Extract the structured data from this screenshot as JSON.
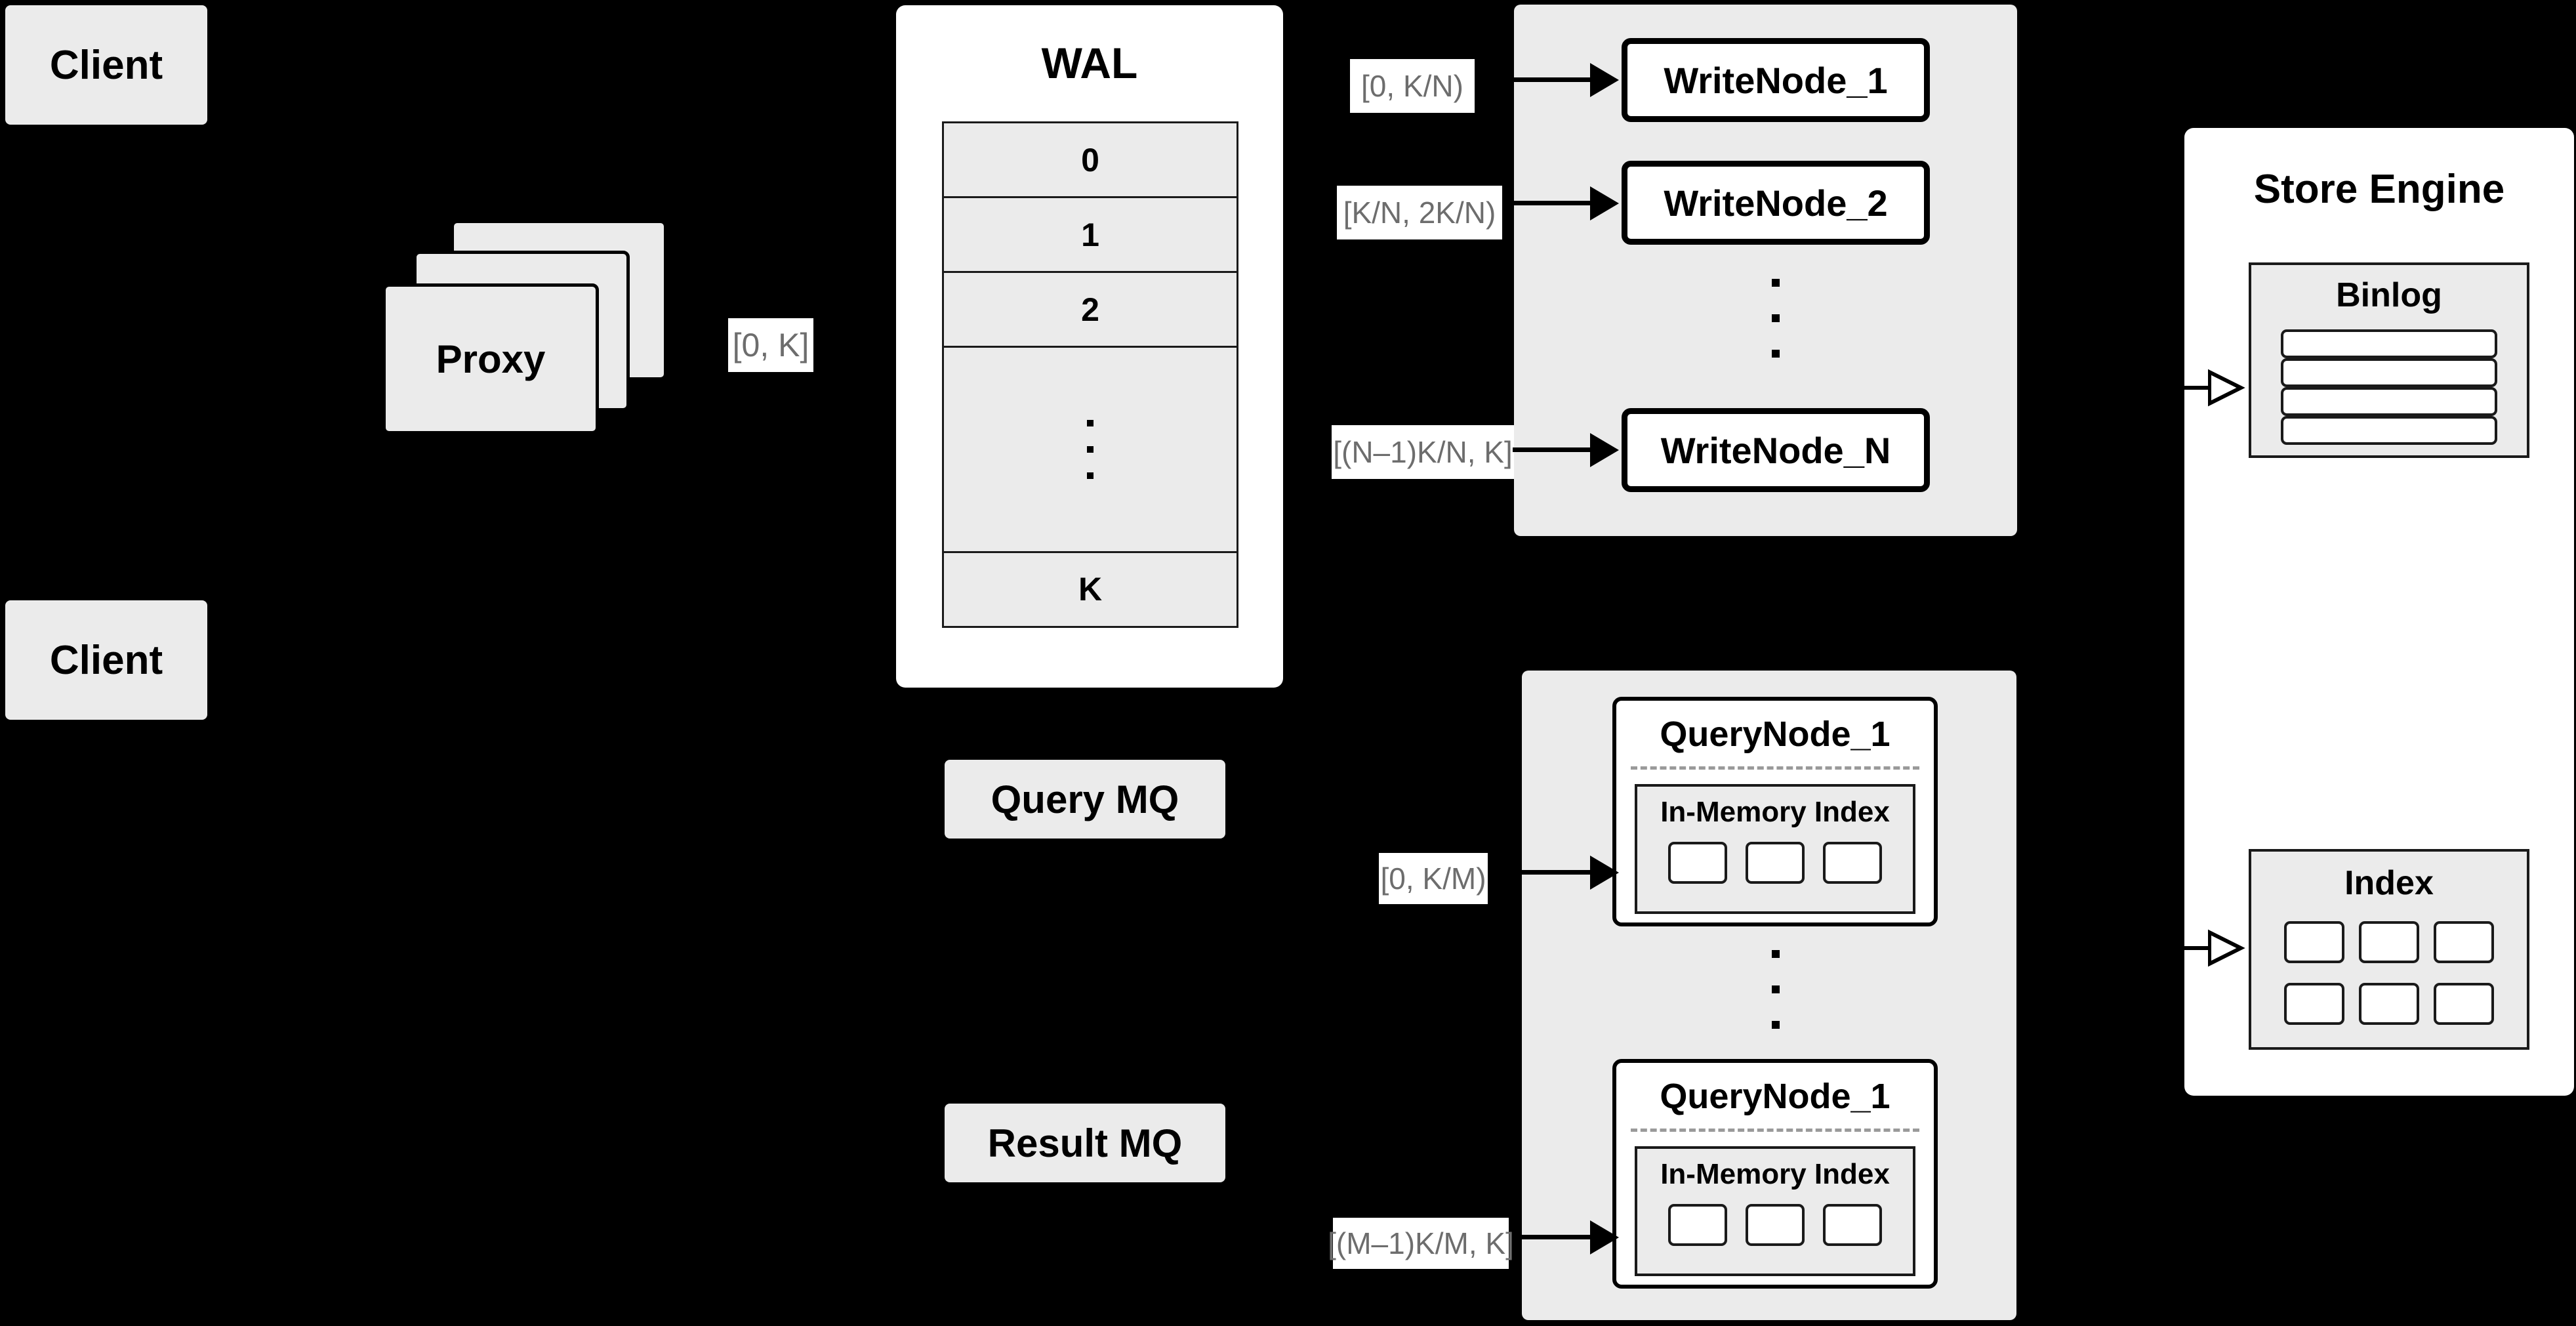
{
  "diagram": {
    "title": "Distributed Write/Query Architecture",
    "background_color": "#000000",
    "node_fill": "#ebebeb",
    "panel_fill": "#ffffff",
    "stroke_color": "#000000",
    "label_text_color": "#6d6d6d"
  },
  "clients": [
    {
      "label": "Client"
    },
    {
      "label": "Client"
    }
  ],
  "proxy": {
    "label": "Proxy",
    "stack_count": 3
  },
  "wal": {
    "title": "WAL",
    "rows": [
      "0",
      "1",
      "2"
    ],
    "ellipsis_dots": 3,
    "last_row": "K"
  },
  "queues": {
    "query_mq": "Query MQ",
    "result_mq": "Result MQ"
  },
  "write_group": {
    "nodes": [
      {
        "label": "WriteNode_1"
      },
      {
        "label": "WriteNode_2"
      },
      {
        "label": "WriteNode_N"
      }
    ],
    "ellipsis_dots": 3
  },
  "query_group": {
    "nodes": [
      {
        "title": "QueryNode_1",
        "index_title": "In-Memory Index",
        "index_cells": 3
      },
      {
        "title": "QueryNode_1",
        "index_title": "In-Memory Index",
        "index_cells": 3
      }
    ],
    "ellipsis_dots": 3
  },
  "store_engine": {
    "title": "Store Engine",
    "binlog": {
      "title": "Binlog",
      "segments": 4
    },
    "index": {
      "title": "Index",
      "cells": 6
    }
  },
  "edge_labels": {
    "proxy_to_wal": "[0, K]",
    "wal_to_write_1": "[0,  K/N)",
    "wal_to_write_2": "[K/N, 2K/N)",
    "wal_to_write_n": "[(N–1)K/N,  K]",
    "mq_to_query_1": "[0, K/M)",
    "mq_to_query_m": "[(M–1)K/M, K]"
  }
}
